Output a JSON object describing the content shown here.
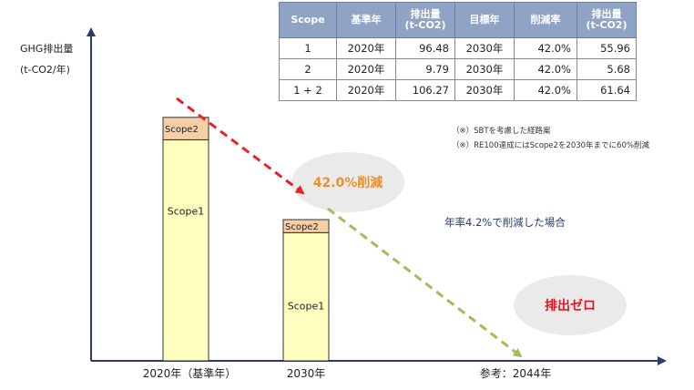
{
  "chart_data": {
    "type": "bar",
    "stacked": true,
    "ylabel_line1": "GHG排出量",
    "ylabel_line2": "(t-CO2/年)",
    "categories": [
      "2020年（基準年）",
      "2030年",
      "参考：2044年"
    ],
    "series": [
      {
        "name": "Scope1",
        "values": [
          96.48,
          55.96,
          0
        ]
      },
      {
        "name": "Scope2",
        "values": [
          9.79,
          5.68,
          0
        ]
      }
    ],
    "ylim": [
      0,
      140
    ],
    "reduction_label": "42.0%削減",
    "rate_label": "年率4.2%で削減した場合",
    "zero_label": "排出ゼロ",
    "colors": {
      "scope1": "#ffffc0",
      "scope2": "#f7cfa6",
      "red_arrow": "#e6232b",
      "green_arrow": "#9cbf5c",
      "reduction_text": "#ef8f2a",
      "zero_text": "#e8141c",
      "bubble": "#eaeaea",
      "axis": "#2b3a67"
    }
  },
  "table": {
    "headers": [
      "Scope",
      "基準年",
      "排出量\n(t-CO2)",
      "目標年",
      "削減率",
      "排出量\n(t-CO2)"
    ],
    "rows": [
      [
        "1",
        "2020年",
        "96.48",
        "2030年",
        "42.0%",
        "55.96"
      ],
      [
        "2",
        "2020年",
        "9.79",
        "2030年",
        "42.0%",
        "5.68"
      ],
      [
        "1 + 2",
        "2020年",
        "106.27",
        "2030年",
        "42.0%",
        "61.64"
      ]
    ]
  },
  "notes": [
    "（※）SBTを考慮した経路案",
    "（※）RE100達成にはScope2を2030年までに60%削減"
  ]
}
